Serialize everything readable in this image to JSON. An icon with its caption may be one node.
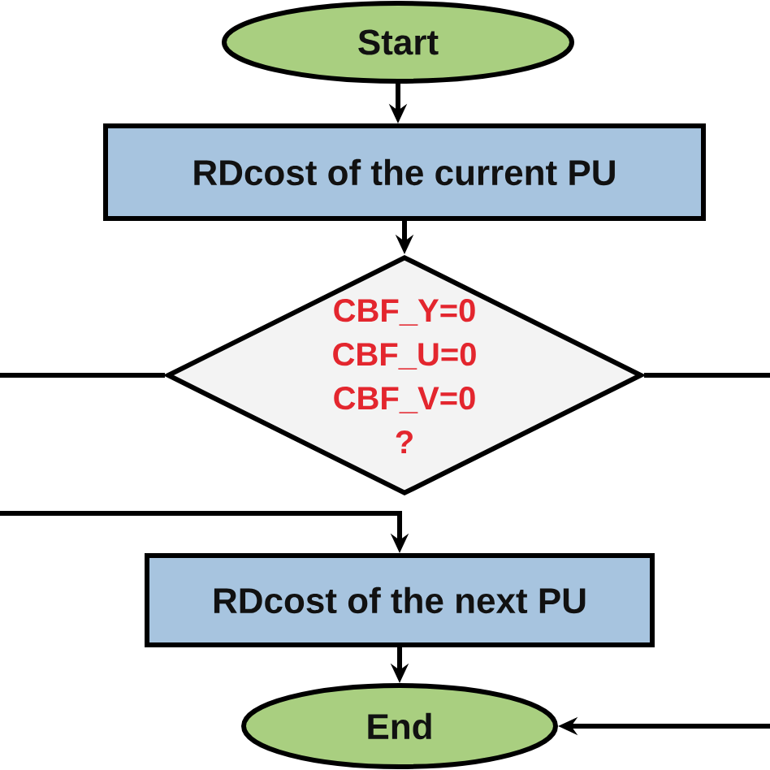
{
  "diagram": {
    "nodes": [
      {
        "text": [
          "Start"
        ]
      },
      {
        "text": [
          "RDcost of the current PU"
        ]
      },
      {
        "text": [
          "CBF_Y=0 CBF_U=0 CBF_V=0 ?"
        ]
      },
      {
        "text": [
          "RDcost of the next PU"
        ]
      },
      {
        "text": [
          "End"
        ]
      }
    ],
    "edges": [
      {
        "from": 0,
        "to": 1,
        "arrow": "to"
      },
      {
        "from": 1,
        "to": 2,
        "arrow": "to"
      },
      {
        "from": 2,
        "to": null,
        "arrow": "none"
      },
      {
        "from": 2,
        "to": null,
        "arrow": "none"
      },
      {
        "from": null,
        "to": 3,
        "arrow": "to"
      },
      {
        "from": 3,
        "to": 4,
        "arrow": "to"
      },
      {
        "from": null,
        "to": 4,
        "arrow": "to"
      }
    ]
  }
}
